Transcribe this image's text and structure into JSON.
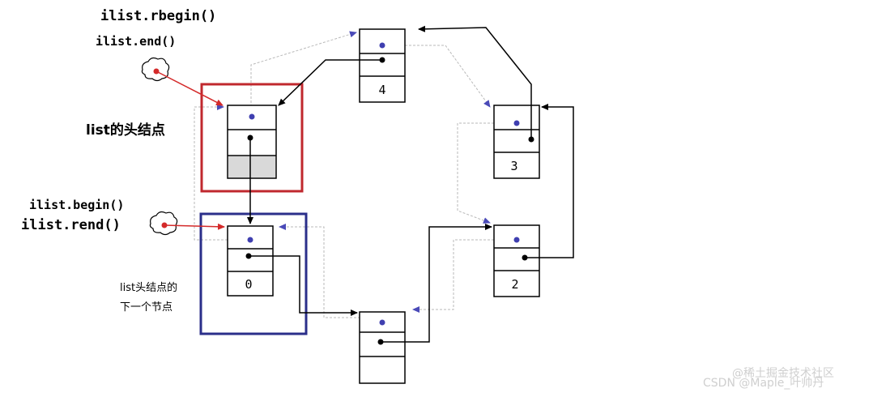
{
  "labels": {
    "rbegin": "ilist.rbegin()",
    "end": "ilist.end()",
    "head_node": "list的头结点",
    "begin": "ilist.begin()",
    "rend": "ilist.rend()",
    "next_line1": "list头结点的",
    "next_line2": "下一个节点"
  },
  "nodes": {
    "n4": "4",
    "n3": "3",
    "n2": "2",
    "n0": "0"
  },
  "watermark": {
    "line1": "@稀土掘金技术社区",
    "line2": "CSDN @Maple_叶帅丹"
  },
  "colors": {
    "head_box": "#c0282e",
    "next_box": "#2b2f8a",
    "iterator_arrow": "#d42a2a",
    "prev_pointer": "#3f3fb0",
    "next_pointer": "#000000",
    "dashed_link": "#b9b9b9"
  }
}
